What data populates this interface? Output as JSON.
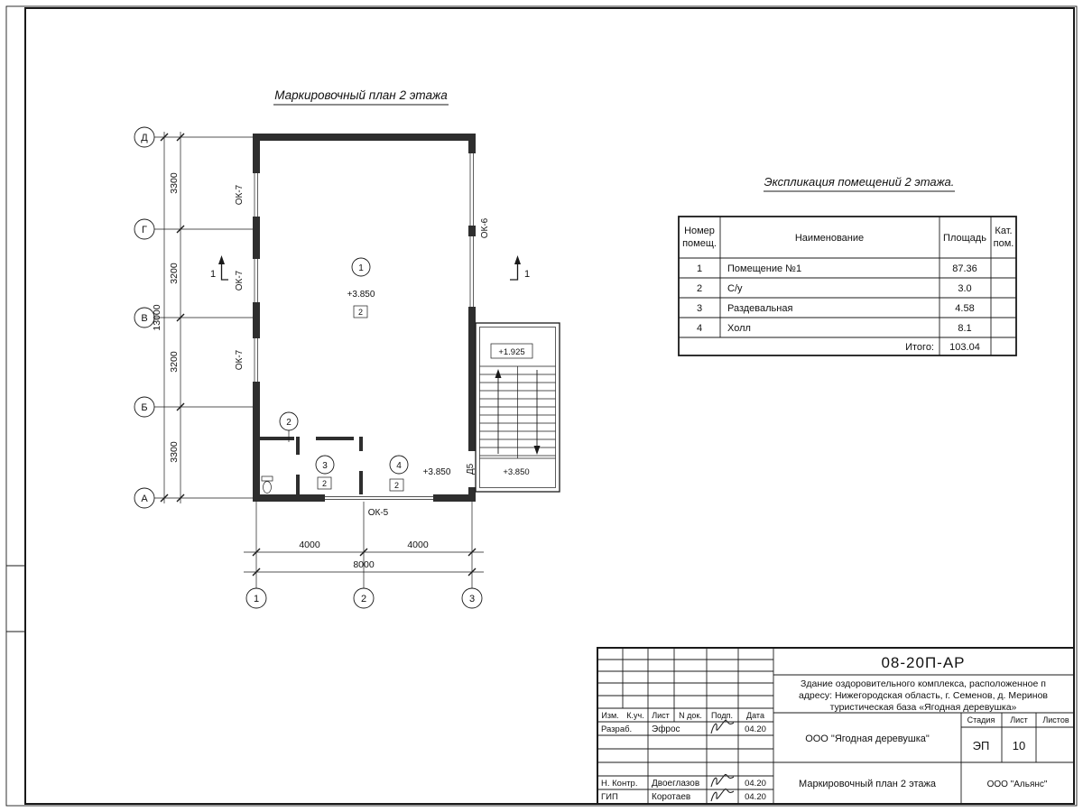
{
  "plan": {
    "title": "Маркировочный план 2 этажа",
    "row_axes": [
      "Д",
      "Г",
      "В",
      "Б",
      "А"
    ],
    "col_axes": [
      "1",
      "2",
      "3"
    ],
    "left_dims": [
      "3300",
      "3200",
      "3200",
      "3300"
    ],
    "left_total_dim": "13000",
    "bottom_dims": [
      "4000",
      "4000"
    ],
    "bottom_total_dim": "8000",
    "window_mark_left": "ОК-7",
    "window_mark_right": "ОК-6",
    "window_mark_bottom": "ОК-5",
    "door_mark": "Д5",
    "section_label": "1",
    "rooms": {
      "r1": "1",
      "r2": "2",
      "r3": "3",
      "r4": "4"
    },
    "finish_tag": "2",
    "elev_main": "+3.850",
    "elev_hall": "+3.850",
    "elev_stair_mid": "+1.925",
    "elev_stair_landing": "+3.850"
  },
  "schedule": {
    "title": "Экспликация помещений 2 этажа.",
    "headers": {
      "num_line1": "Номер",
      "num_line2": "помещ.",
      "name": "Наименование",
      "area": "Площадь",
      "cat_line1": "Кат.",
      "cat_line2": "пом."
    },
    "rows": [
      {
        "num": "1",
        "name": "Помещение №1",
        "area": "87.36",
        "cat": ""
      },
      {
        "num": "2",
        "name": "С/у",
        "area": "3.0",
        "cat": ""
      },
      {
        "num": "3",
        "name": "Раздевальная",
        "area": "4.58",
        "cat": ""
      },
      {
        "num": "4",
        "name": "Холл",
        "area": "8.1",
        "cat": ""
      }
    ],
    "total_label": "Итого:",
    "total_value": "103.04"
  },
  "titleblock": {
    "doc_number": "08-20П-АР",
    "project_line1": "Здание оздоровительного комплекса, расположенное п",
    "project_line2": "адресу: Нижегородская область, г. Семенов, д. Меринов",
    "project_line3": "туристическая база «Ягодная деревушка»",
    "header_cells": [
      "Изм.",
      "К.уч.",
      "Лист",
      "N док.",
      "Подп.",
      "Дата"
    ],
    "sign_rows": [
      {
        "role": "Разраб.",
        "name": "Эфрос",
        "date": "04.20"
      },
      {
        "role": "Н. Контр.",
        "name": "Двоеглазов",
        "date": "04.20"
      },
      {
        "role": "ГИП",
        "name": "Коротаев",
        "date": "04.20"
      }
    ],
    "client": "ООО \"Ягодная деревушка\"",
    "stage_label": "Стадия",
    "sheet_label": "Лист",
    "sheets_label": "Листов",
    "stage_value": "ЭП",
    "sheet_value": "10",
    "drawing_name": "Маркировочный план 2 этажа",
    "company": "ООО \"Альянс\""
  }
}
